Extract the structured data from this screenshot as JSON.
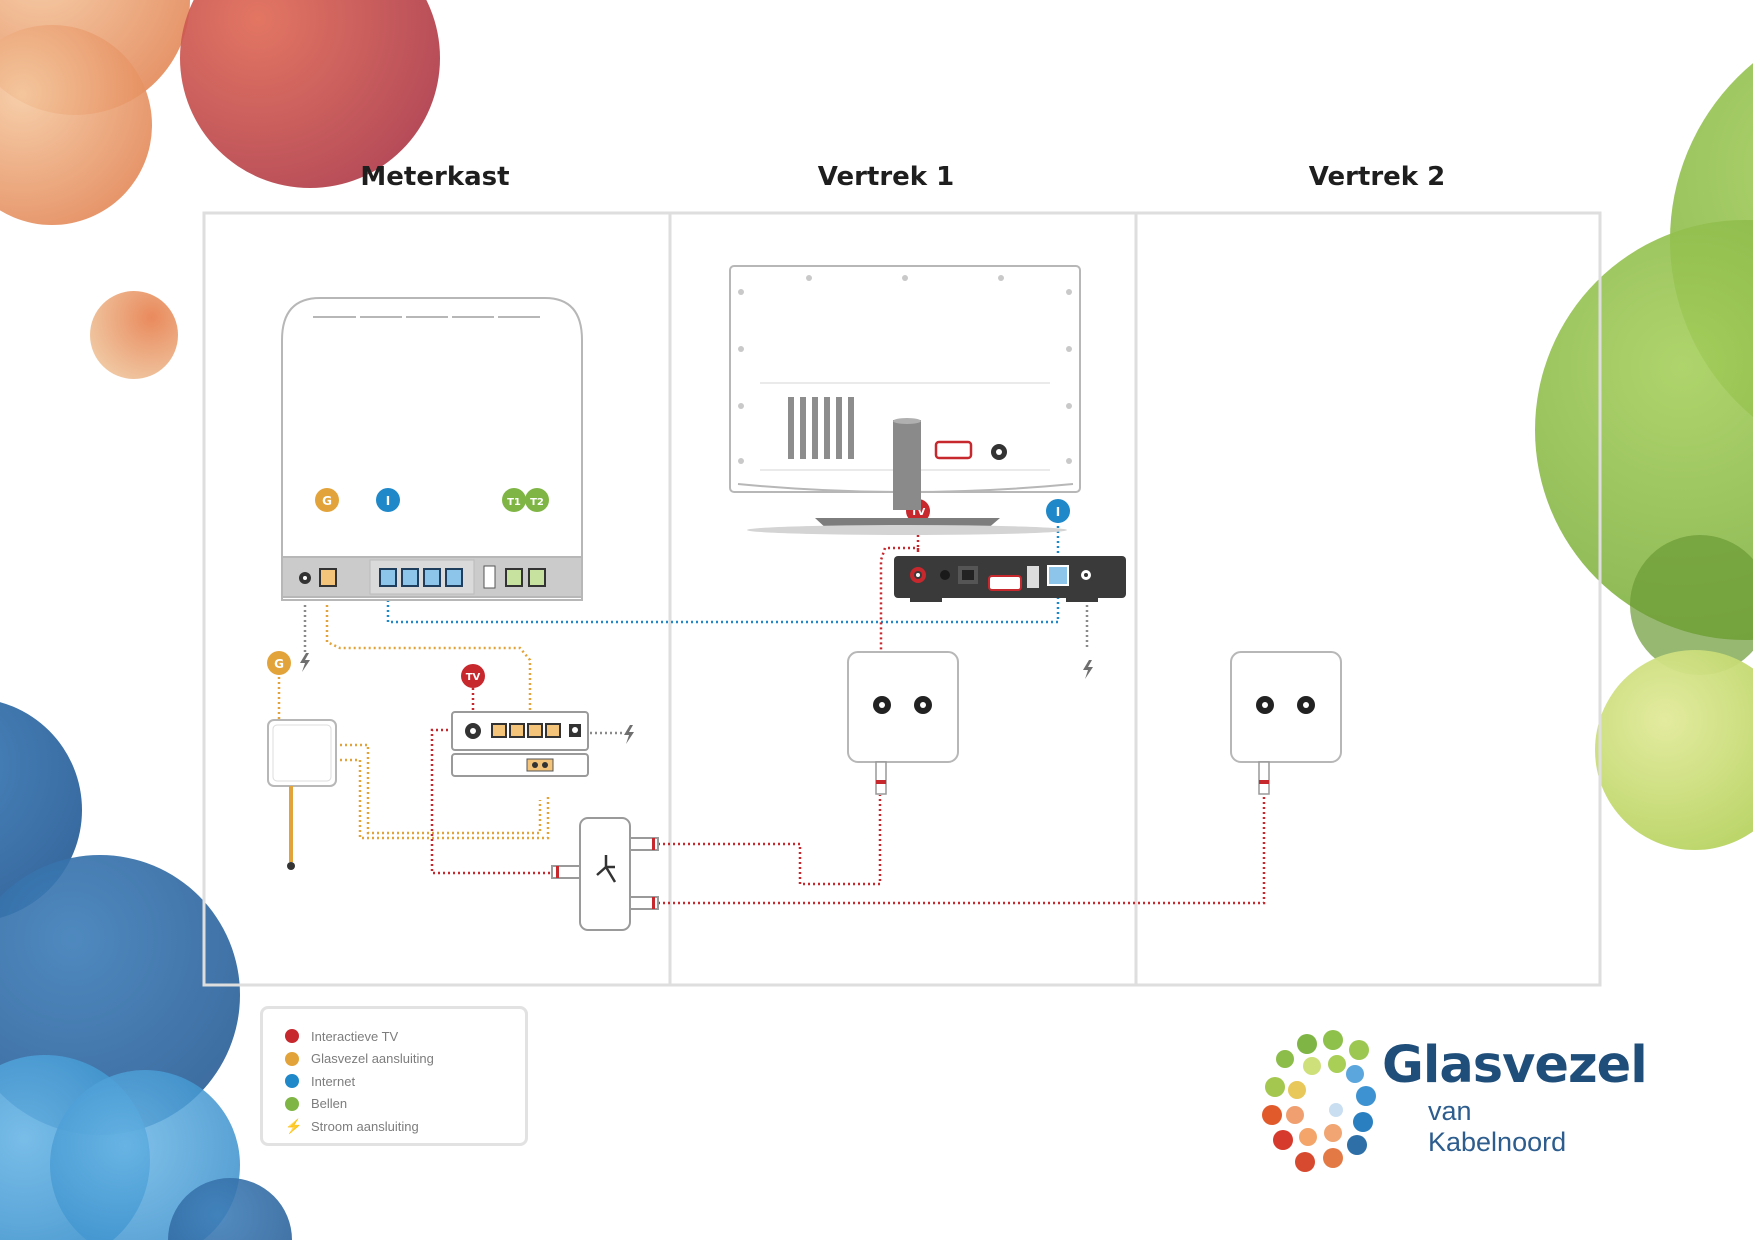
{
  "rooms": [
    {
      "title": "Meterkast"
    },
    {
      "title": "Vertrek 1"
    },
    {
      "title": "Vertrek 2"
    }
  ],
  "port_badges": {
    "glasvezel": "G",
    "internet": "I",
    "telefoon_1": "T1",
    "telefoon_2": "T2",
    "tv": "TV"
  },
  "legend": [
    {
      "label": "Interactieve TV",
      "color": "#c7282e"
    },
    {
      "label": "Glasvezel aansluiting",
      "color": "#e2a43a"
    },
    {
      "label": "Internet",
      "color": "#1f88c9"
    },
    {
      "label": "Bellen",
      "color": "#7fb545"
    },
    {
      "label": "Stroom aansluiting",
      "icon": "lightning-icon"
    }
  ],
  "logo": {
    "name": "Glasvezel",
    "sub": "van Kabelnoord"
  },
  "colors": {
    "tv": "#c7282e",
    "glasvezel": "#e2a43a",
    "internet": "#1f88c9",
    "bellen": "#7fb545",
    "panel_border": "#dedede"
  }
}
